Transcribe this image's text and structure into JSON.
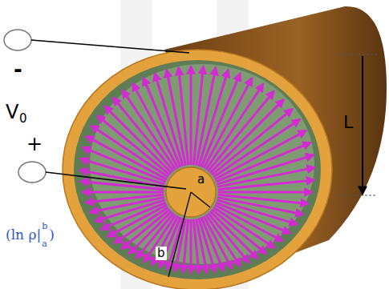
{
  "diagram": {
    "labels": [
      "-",
      "V",
      "0",
      "+",
      "L",
      "a",
      "b",
      "(ln ρ|",
      "b",
      "a",
      ")"
    ]
  }
}
